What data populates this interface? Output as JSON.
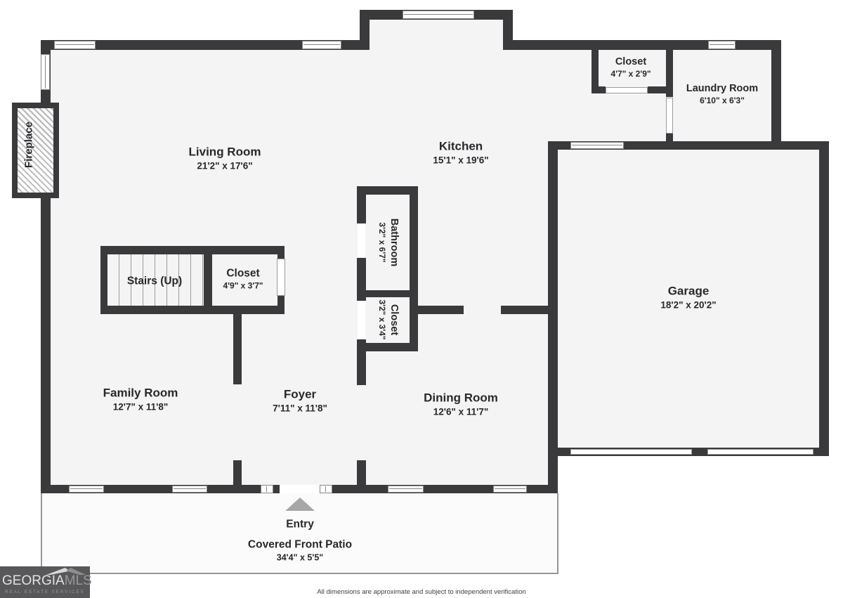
{
  "rooms": {
    "living_room": {
      "label": "Living Room",
      "dims": "21'2\" x 17'6\""
    },
    "kitchen": {
      "label": "Kitchen",
      "dims": "15'1\" x 19'6\""
    },
    "closet_upper": {
      "label": "Closet",
      "dims": "4'7\" x 2'9\""
    },
    "laundry_room": {
      "label": "Laundry Room",
      "dims": "6'10\" x 6'3\""
    },
    "garage": {
      "label": "Garage",
      "dims": "18'2\" x 20'2\""
    },
    "bathroom": {
      "label": "Bathroom",
      "dims": "3'2\" x 6'7\""
    },
    "hall_closet": {
      "label": "Closet",
      "dims": "3'2\" x 3'4\""
    },
    "stairs": {
      "label": "Stairs (Up)"
    },
    "stair_closet": {
      "label": "Closet",
      "dims": "4'9\" x 3'7\""
    },
    "family_room": {
      "label": "Family Room",
      "dims": "12'7\" x 11'8\""
    },
    "foyer": {
      "label": "Foyer",
      "dims": "7'11\" x 11'8\""
    },
    "dining_room": {
      "label": "Dining Room",
      "dims": "12'6\" x 11'7\""
    },
    "entry": {
      "label": "Entry"
    },
    "patio": {
      "label": "Covered Front Patio",
      "dims": "34'4\" x 5'5\""
    },
    "fireplace": {
      "label": "Fireplace"
    }
  },
  "branding": {
    "name": "GEORGIA",
    "suffix": "MLS",
    "tagline": "REAL ESTATE SERVICES"
  },
  "footer": {
    "disclaimer": "All dimensions are approximate and subject to independent verification"
  },
  "colors": {
    "wall": "#3a3a3c",
    "floor": "#f4f4f5",
    "patio_tile": "#e2e2e4",
    "entry_arrow": "#a7a7a9",
    "logo_bg": "#58585a",
    "label_text": "#28282a"
  }
}
